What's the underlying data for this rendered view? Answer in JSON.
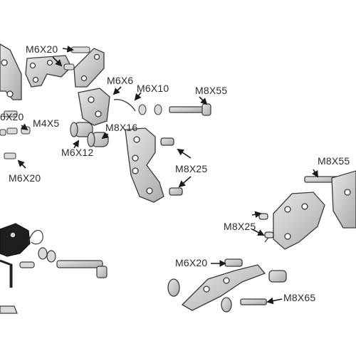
{
  "labels": {
    "m6x20_top": "M6X20",
    "m6x6": "M6X6",
    "m6x10": "M6X10",
    "m8x55_top": "M8X55",
    "m6x20_left_cut": "6X20",
    "m4x5": "M4X5",
    "m8x16": "M8X16",
    "m6x12": "M6X12",
    "m8x25_mid": "M8X25",
    "m6x20_left_bottom": "M6X20",
    "m8x55_right": "M8X55",
    "m8x25_right": "M8X25",
    "m6x20_bottom": "M6X20",
    "m8x65": "M8X65"
  },
  "colors": {
    "part_fill": "#cfd0d2",
    "part_stroke": "#3a3a3a",
    "dark_part": "#1e1e1e",
    "arrow": "#1a1a1a",
    "text": "#2b2b2b"
  }
}
